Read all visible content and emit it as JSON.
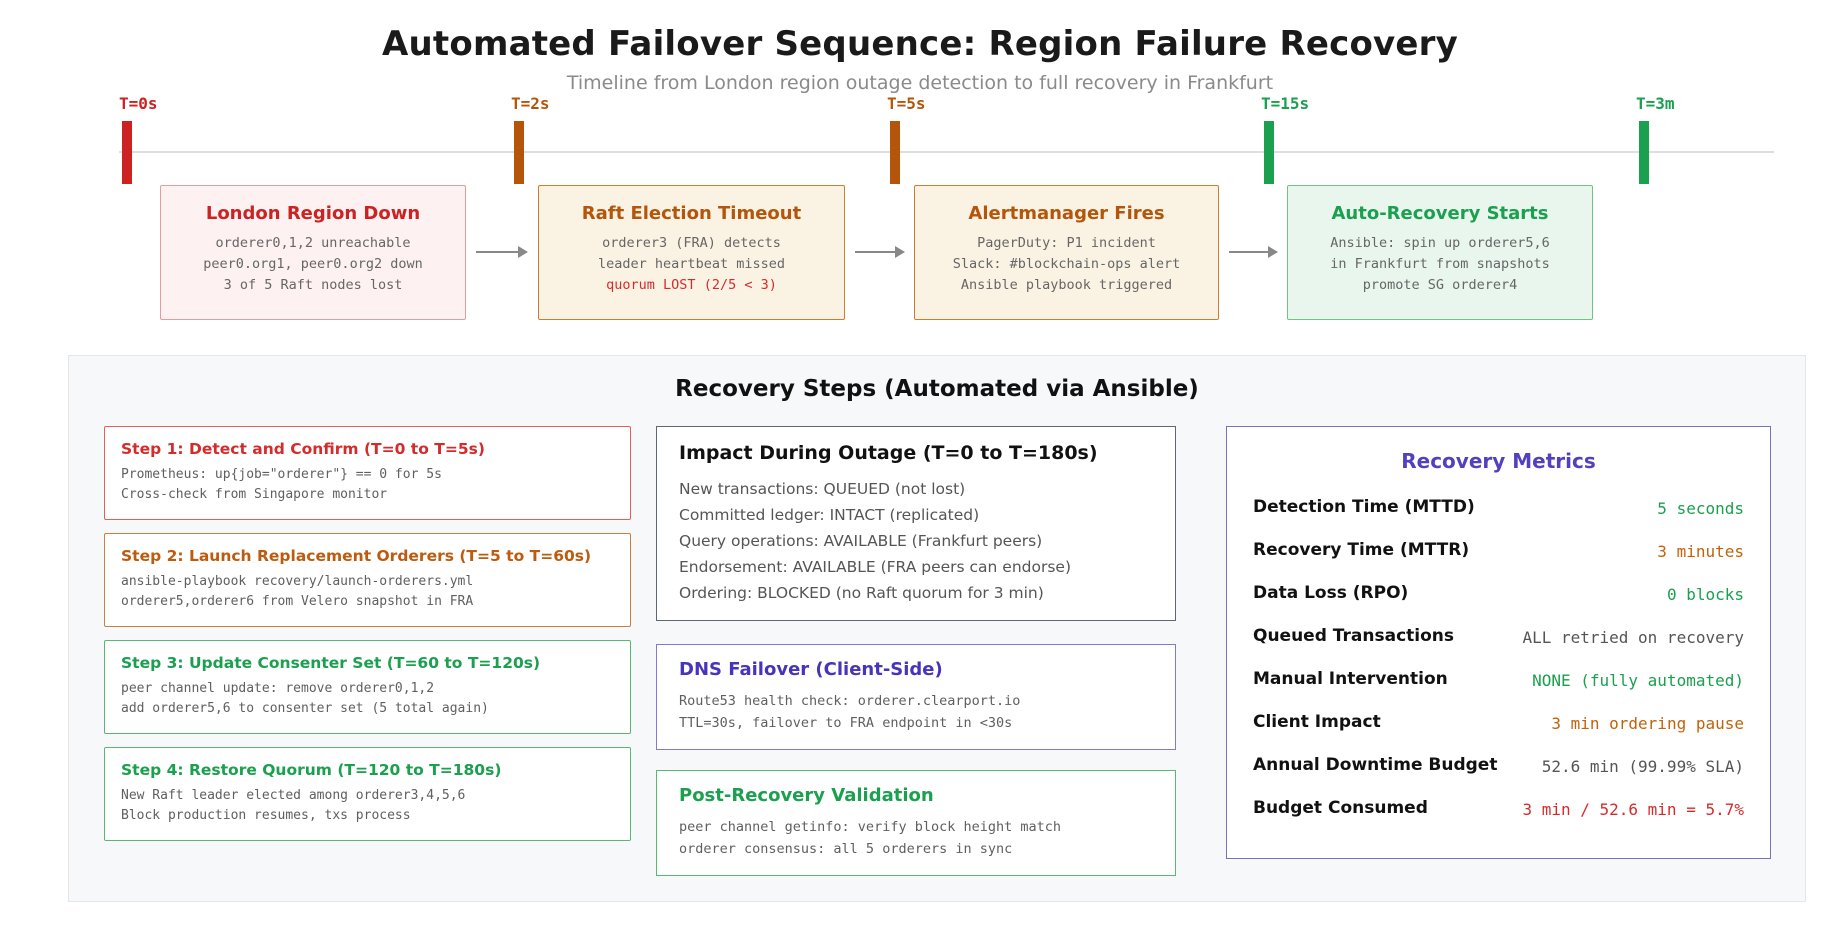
{
  "header": {
    "title": "Automated Failover Sequence: Region Failure Recovery",
    "subtitle": "Timeline from London region outage detection to full recovery in Frankfurt"
  },
  "timeline": {
    "markers": [
      {
        "label": "T=0s",
        "color": "#cc2222"
      },
      {
        "label": "T=2s",
        "color": "#b4550a"
      },
      {
        "label": "T=5s",
        "color": "#b4550a"
      },
      {
        "label": "T=15s",
        "color": "#1aa04e"
      },
      {
        "label": "T=3m",
        "color": "#1aa04e"
      }
    ],
    "events": [
      {
        "title": "London Region Down",
        "lines": [
          "orderer0,1,2 unreachable",
          "peer0.org1, peer0.org2 down",
          "3 of 5 Raft nodes lost"
        ]
      },
      {
        "title": "Raft Election Timeout",
        "lines": [
          "orderer3 (FRA) detects",
          "leader heartbeat missed",
          "quorum LOST (2/5 < 3)"
        ]
      },
      {
        "title": "Alertmanager Fires",
        "lines": [
          "PagerDuty: P1 incident",
          "Slack: #blockchain-ops alert",
          "Ansible playbook triggered"
        ]
      },
      {
        "title": "Auto-Recovery Starts",
        "lines": [
          "Ansible: spin up orderer5,6",
          "in Frankfurt from snapshots",
          "promote SG orderer4"
        ]
      }
    ]
  },
  "panel": {
    "title": "Recovery Steps (Automated via Ansible)",
    "steps": [
      {
        "title": "Step 1: Detect and Confirm (T=0 to T=5s)",
        "lines": [
          "Prometheus: up{job=\"orderer\"} == 0 for 5s",
          "Cross-check from Singapore monitor"
        ]
      },
      {
        "title": "Step 2: Launch Replacement Orderers (T=5 to T=60s)",
        "lines": [
          "ansible-playbook recovery/launch-orderers.yml",
          "orderer5,orderer6 from Velero snapshot in FRA"
        ]
      },
      {
        "title": "Step 3: Update Consenter Set (T=60 to T=120s)",
        "lines": [
          "peer channel update: remove orderer0,1,2",
          "add orderer5,6 to consenter set (5 total again)"
        ]
      },
      {
        "title": "Step 4: Restore Quorum (T=120 to T=180s)",
        "lines": [
          "New Raft leader elected among orderer3,4,5,6",
          "Block production resumes, txs process"
        ]
      }
    ],
    "impact": {
      "title": "Impact During Outage (T=0 to T=180s)",
      "lines": [
        "New transactions: QUEUED (not lost)",
        "Committed ledger: INTACT (replicated)",
        "Query operations: AVAILABLE (Frankfurt peers)",
        "Endorsement: AVAILABLE (FRA peers can endorse)",
        "Ordering: BLOCKED (no Raft quorum for 3 min)"
      ]
    },
    "dns": {
      "title": "DNS Failover (Client-Side)",
      "lines": [
        "Route53 health check: orderer.clearport.io",
        "TTL=30s, failover to FRA endpoint in <30s"
      ]
    },
    "validation": {
      "title": "Post-Recovery Validation",
      "lines": [
        "peer channel getinfo: verify block height match",
        "orderer consensus: all 5 orderers in sync"
      ]
    },
    "metrics": {
      "title": "Recovery Metrics",
      "rows": [
        {
          "label": "Detection Time (MTTD)",
          "value": "5 seconds",
          "color": "green"
        },
        {
          "label": "Recovery Time (MTTR)",
          "value": "3 minutes",
          "color": "orange"
        },
        {
          "label": "Data Loss (RPO)",
          "value": "0 blocks",
          "color": "green"
        },
        {
          "label": "Queued Transactions",
          "value": "ALL retried on recovery",
          "color": "gray"
        },
        {
          "label": "Manual Intervention",
          "value": "NONE (fully automated)",
          "color": "green"
        },
        {
          "label": "Client Impact",
          "value": "3 min ordering pause",
          "color": "orange"
        },
        {
          "label": "Annual Downtime Budget",
          "value": "52.6 min (99.99% SLA)",
          "color": "gray"
        },
        {
          "label": "Budget Consumed",
          "value": "3 min / 52.6 min = 5.7%",
          "color": "red"
        }
      ]
    }
  },
  "colors": {
    "red": "#cc2222",
    "orange": "#b4550a",
    "green": "#1aa04e",
    "purple": "#5140c0",
    "value_orange": "#c2620a",
    "value_red": "#d62b2b",
    "body_gray": "#555555"
  }
}
